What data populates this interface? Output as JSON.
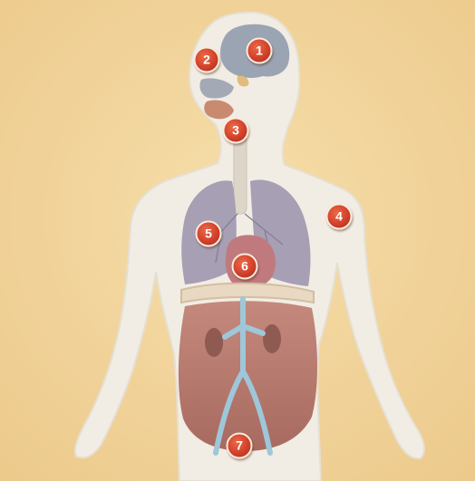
{
  "markers": [
    {
      "label": "1"
    },
    {
      "label": "2"
    },
    {
      "label": "3"
    },
    {
      "label": "4"
    },
    {
      "label": "5"
    },
    {
      "label": "6"
    },
    {
      "label": "7"
    }
  ],
  "colors": {
    "background": "#f3d79e",
    "body": "#f1ede4",
    "brain": "#9aa4b3",
    "lungs": "#a79fb4",
    "heart": "#c07a7e",
    "abdomen": "#b0786e",
    "vessels": "#9ec7d9",
    "marker": "#d2412a"
  }
}
